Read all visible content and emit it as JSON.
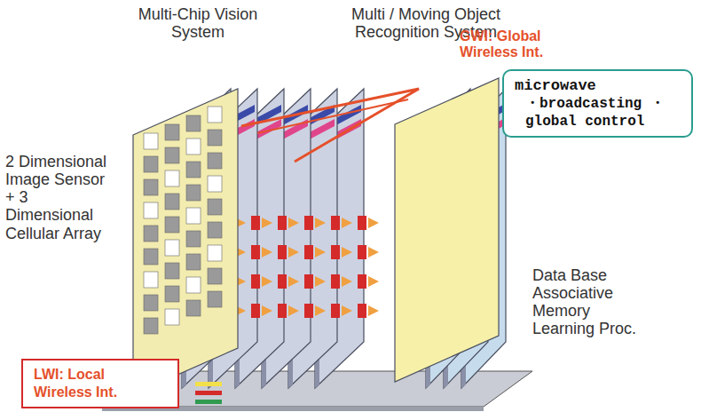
{
  "diagram": {
    "nodes": [
      {
        "text": [
          "microwave",
          "・broadcasting ・global control"
        ]
      },
      {
        "text": [
          "LWI: Local Wireless Int."
        ]
      }
    ],
    "labels": [
      "Multi-Chip Vision System",
      "Multi / Moving Object Recognition System",
      "GWI: Global Wireless Int.",
      "2 Dimensional Image Sensor + 3 Dimensional Cellular Array",
      "Data Base Associative Memory Learning Proc."
    ]
  }
}
